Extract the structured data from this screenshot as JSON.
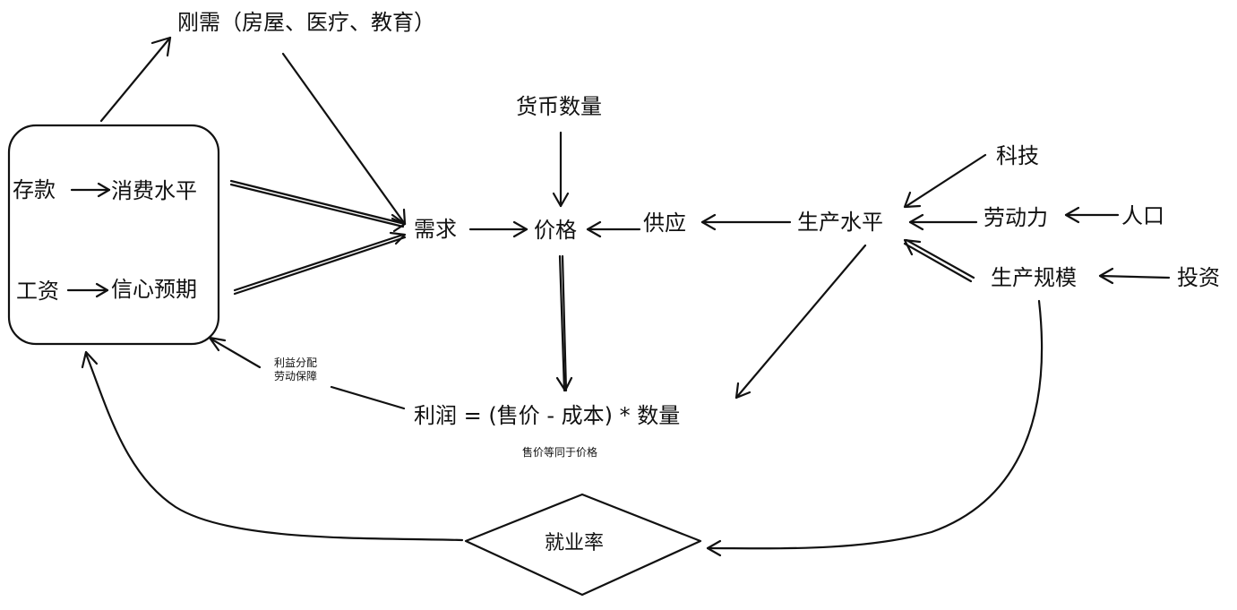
{
  "nodes": {
    "rigid_demand": "刚需（房屋、医疗、教育）",
    "money_supply": "货币数量",
    "technology": "科技",
    "savings": "存款",
    "consumption_level": "消费水平",
    "wages": "工资",
    "confidence": "信心预期",
    "demand": "需求",
    "price": "价格",
    "supply": "供应",
    "production_level": "生产水平",
    "labor": "劳动力",
    "population": "人口",
    "production_scale": "生产规模",
    "investment": "投资",
    "profit_formula": "利润 = (售价 - 成本) * 数量",
    "employment_rate": "就业率"
  },
  "notes": {
    "profit_distribution_1": "利益分配",
    "profit_distribution_2": "劳动保障",
    "price_note": "售价等同于价格"
  }
}
